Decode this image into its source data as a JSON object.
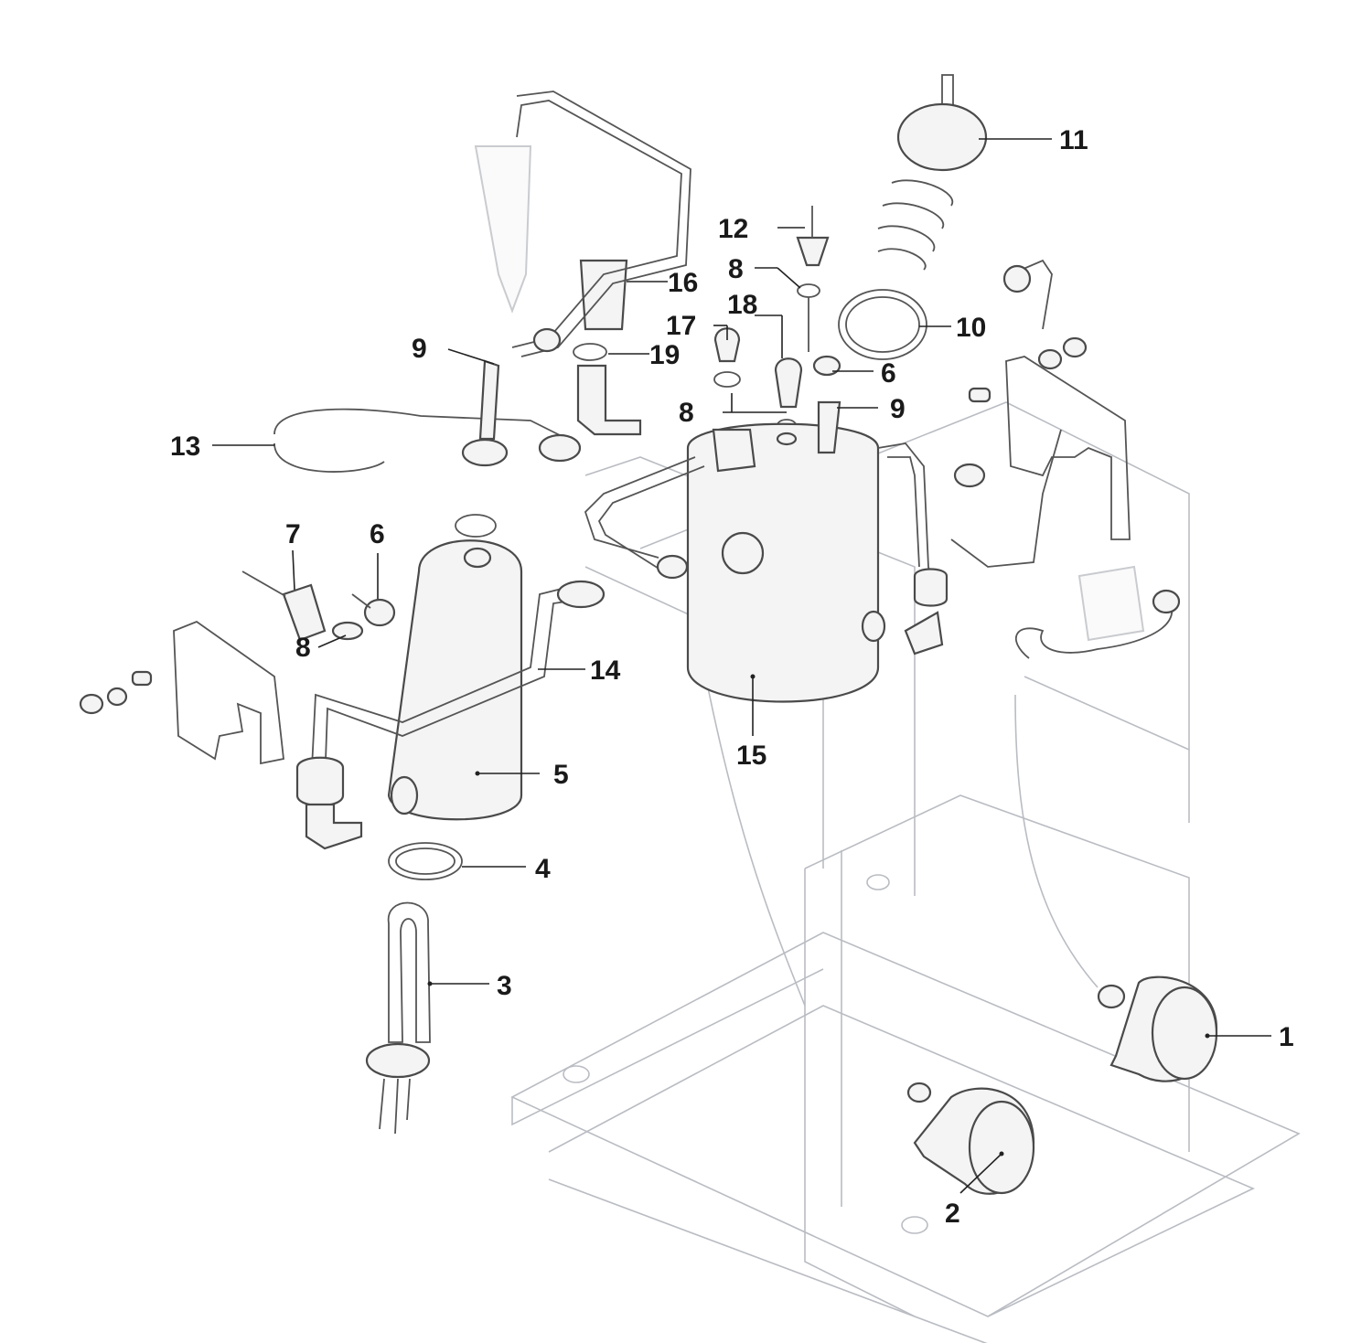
{
  "labels": [
    {
      "id": "1",
      "text": "1"
    },
    {
      "id": "2",
      "text": "2"
    },
    {
      "id": "3",
      "text": "3"
    },
    {
      "id": "4",
      "text": "4"
    },
    {
      "id": "5",
      "text": "5"
    },
    {
      "id": "6a",
      "text": "6"
    },
    {
      "id": "6b",
      "text": "6"
    },
    {
      "id": "7",
      "text": "7"
    },
    {
      "id": "8a",
      "text": "8"
    },
    {
      "id": "8b",
      "text": "8"
    },
    {
      "id": "8c",
      "text": "8"
    },
    {
      "id": "9a",
      "text": "9"
    },
    {
      "id": "9b",
      "text": "9"
    },
    {
      "id": "10",
      "text": "10"
    },
    {
      "id": "11",
      "text": "11"
    },
    {
      "id": "12",
      "text": "12"
    },
    {
      "id": "13",
      "text": "13"
    },
    {
      "id": "14",
      "text": "14"
    },
    {
      "id": "15",
      "text": "15"
    },
    {
      "id": "16",
      "text": "16"
    },
    {
      "id": "17",
      "text": "17"
    },
    {
      "id": "18",
      "text": "18"
    },
    {
      "id": "19",
      "text": "19"
    }
  ]
}
